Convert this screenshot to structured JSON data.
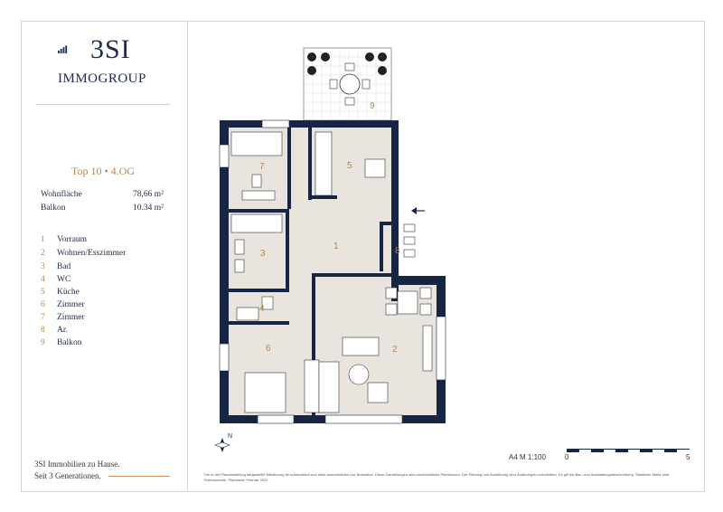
{
  "brand": {
    "mark": "3SI",
    "sub": "IMMOGROUP"
  },
  "unit": {
    "title": "Top 10 • 4.OG",
    "stats": [
      {
        "label": "Wohnfläche",
        "value": "78,66 m²"
      },
      {
        "label": "Balkon",
        "value": "10.34 m²"
      }
    ]
  },
  "rooms": [
    {
      "num": "1",
      "name": "Vorraum"
    },
    {
      "num": "2",
      "name": "Wohnen/Esszimmer"
    },
    {
      "num": "3",
      "name": "Bad"
    },
    {
      "num": "4",
      "name": "WC"
    },
    {
      "num": "5",
      "name": "Küche"
    },
    {
      "num": "6",
      "name": "Zimmer"
    },
    {
      "num": "7",
      "name": "Zimmer"
    },
    {
      "num": "8",
      "name": "Ar."
    },
    {
      "num": "9",
      "name": "Balkon"
    }
  ],
  "footer": {
    "line1": "3SI Immobilien zu Hause.",
    "line2": "Seit 3 Generationen."
  },
  "scale": {
    "label": "A4  M 1:100",
    "start": "0",
    "end": "5"
  },
  "compass": {
    "north": "N"
  },
  "disclaimer": "Die in der Plandarstellung dargestellte Möblierung ist schematisch und dient ausschließlich zur Illustration. Diese Darstellungen sind unverbindliche Planskizzen. Der Planung und Ausführung sind Änderungen vorbehalten. Es gilt die Bau- und Ausstattungsbeschreibung. Sämtliche Maße sind Rohbaumaße. Planstand: Februar 2021",
  "colors": {
    "wall": "#172544",
    "floor": "#e9e5de",
    "accent": "#b8864d",
    "text": "#1f2a44"
  }
}
